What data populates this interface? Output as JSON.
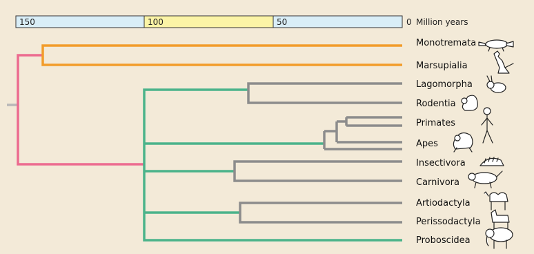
{
  "timescale": {
    "segments": [
      {
        "label": "150",
        "color": "#d9eef7"
      },
      {
        "label": "100",
        "color": "#fbf4a6"
      },
      {
        "label": "50",
        "color": "#d9eef7"
      }
    ],
    "end_label": "0",
    "unit": "Million years"
  },
  "colors": {
    "pink": "#ec6b8f",
    "orange": "#f29c2a",
    "green": "#4bb38a",
    "gray": "#8c8c8c"
  },
  "taxa": [
    {
      "label": "Monotremata",
      "icon": "platypus-icon"
    },
    {
      "label": "Marsupialia",
      "icon": "kangaroo-icon"
    },
    {
      "label": "Lagomorpha",
      "icon": "rabbit-icon"
    },
    {
      "label": "Rodentia",
      "icon": "squirrel-icon"
    },
    {
      "label": "Primates",
      "icon": "human-icon"
    },
    {
      "label": "Apes",
      "icon": "ape-icon"
    },
    {
      "label": "Insectivora",
      "icon": "hedgehog-icon"
    },
    {
      "label": "Carnivora",
      "icon": "tiger-icon"
    },
    {
      "label": "Artiodactyla",
      "icon": "camel-icon"
    },
    {
      "label": "Perissodactyla",
      "icon": "horse-icon"
    },
    {
      "label": "Proboscidea",
      "icon": "elephant-icon"
    }
  ]
}
